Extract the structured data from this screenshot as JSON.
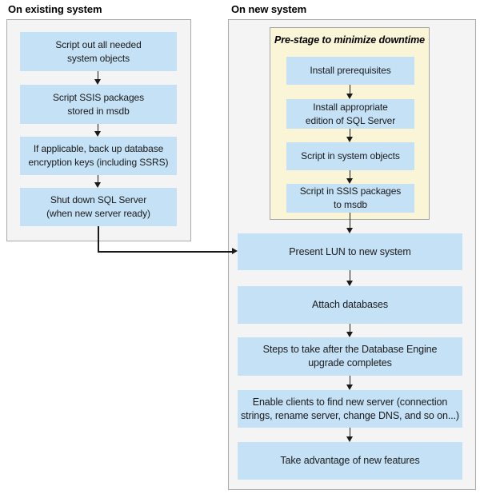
{
  "colors": {
    "step_box_blue": "#C5E1F6",
    "prestage_yellow": "#FBF5D8",
    "panel_gray": "#F4F4F4",
    "panel_border_gray": "#ABABAB",
    "arrow_black": "#1A1A1A"
  },
  "left_column": {
    "heading": "On existing system",
    "steps": [
      {
        "label": [
          "Script out all needed",
          "system objects"
        ]
      },
      {
        "label": [
          "Script SSIS packages",
          "stored in msdb"
        ]
      },
      {
        "label": [
          "If applicable, back up database",
          "encryption keys (including SSRS)"
        ]
      },
      {
        "label": [
          "Shut down SQL Server",
          "(when new server ready)"
        ]
      }
    ]
  },
  "right_column": {
    "heading": "On new system",
    "prestage": {
      "title": "Pre-stage to minimize downtime",
      "steps": [
        {
          "label": [
            "Install prerequisites"
          ]
        },
        {
          "label": [
            "Install appropriate",
            "edition of SQL Server"
          ]
        },
        {
          "label": [
            "Script in system objects"
          ]
        },
        {
          "label": [
            "Script in SSIS packages",
            "to msdb"
          ]
        }
      ]
    },
    "steps": [
      {
        "label": [
          "Present LUN to new system"
        ]
      },
      {
        "label": [
          "Attach databases"
        ]
      },
      {
        "label": [
          "Steps to take after the Database Engine",
          "upgrade completes"
        ]
      },
      {
        "label": [
          "Enable clients to find new server (connection",
          "strings, rename server, change DNS, and so on...)"
        ]
      },
      {
        "label": [
          "Take advantage of new features"
        ]
      }
    ]
  }
}
